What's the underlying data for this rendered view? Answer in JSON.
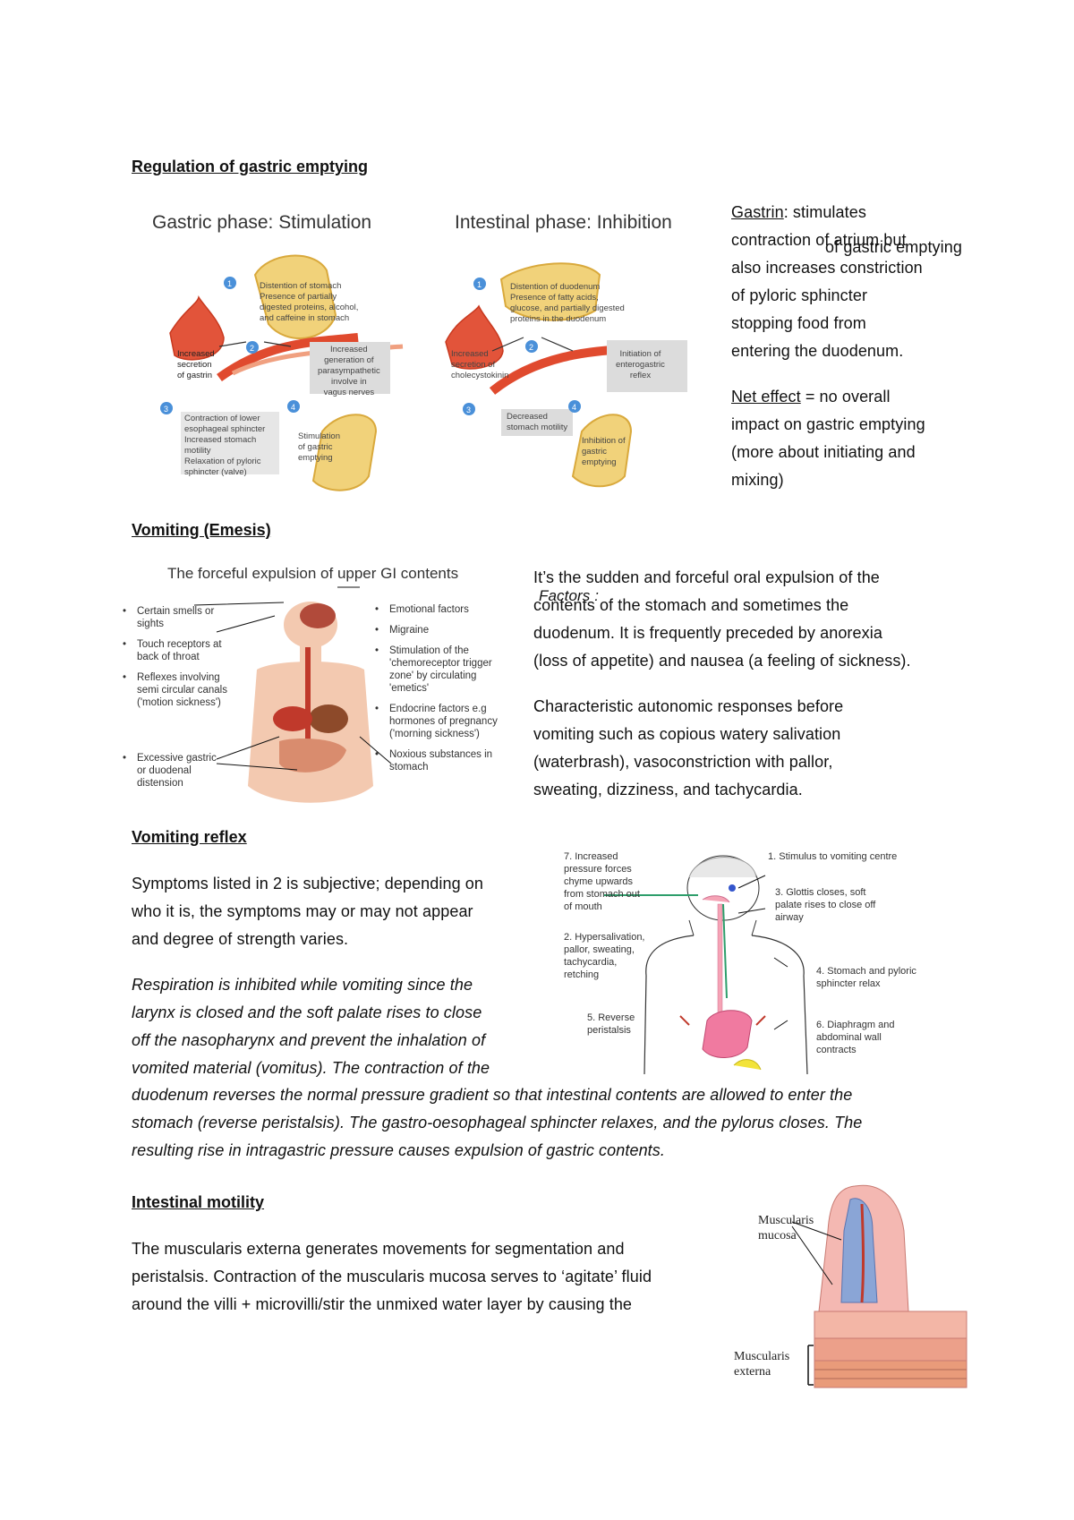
{
  "section1": {
    "heading": "Regulation of gastric emptying",
    "gastric_title": "Gastric phase: Stimulation",
    "intestinal_title": "Intestinal phase: Inhibition",
    "g_labels": {
      "distension": "Distention of stomach\nPresence of partially\ndigested proteins, alcohol,\nand caffeine in stomach",
      "parasym": "Increased\ngeneration of\nparasympathetic\ninvolve in\nvagus nerves",
      "gastrin": "Increased\nsecretion\nof gastrin",
      "contraction": "Contraction of lower\nesophageal sphincter\nIncreased stomach\nmotility\nRelaxation of pyloric\nsphincter (valve)",
      "stimulation": "Stimulation\nof gastric\nemptying",
      "n1": "1",
      "n2": "2",
      "n3": "3",
      "n4": "4"
    },
    "i_labels": {
      "distension": "Distention of duodenum\nPresence of fatty acids,\nglucose, and partially digested\nproteins in the duodenum",
      "cck": "Increased\nsecretion of\ncholecystokinin",
      "reflex": "Initiation of\nenterogastric\nreflex",
      "motility": "Decreased\nstomach motility",
      "inhibition": "Inhibition of\ngastric\nemptying",
      "n1": "1",
      "n2": "2",
      "n3": "3",
      "n4": "4"
    },
    "side": {
      "gastrin_word": "Gastrin",
      "l1": ": stimulates",
      "l2": "contraction of atrium but",
      "overlay": "of gastric emptying",
      "l3": "also increases constriction",
      "l4": "of pyloric sphincter",
      "l5": "stopping food from",
      "l6": "entering the duodenum.",
      "net_word": "Net effect",
      "n1": " = no overall",
      "n2": "impact on gastric emptying",
      "n3": "(more about initiating and",
      "n4": "mixing)"
    }
  },
  "section2": {
    "heading": "Vomiting (Emesis)",
    "fig_title": "The forceful expulsion of upper GI contents",
    "left_bullets": [
      "Certain smells or sights",
      "Touch receptors at back of throat",
      "Reflexes involving semi circular canals ('motion sickness')",
      "Excessive gastric or duodenal distension"
    ],
    "right_bullets": [
      "Emotional factors",
      "Migraine",
      "Stimulation of the 'chemoreceptor trigger zone' by circulating 'emetics'",
      "Endocrine factors e.g hormones of pregnancy ('morning sickness')",
      "Noxious substances in stomach"
    ],
    "factors_overlay": "Factors :",
    "p1": [
      "It’s the sudden and forceful oral expulsion of the",
      "contents of the stomach and sometimes the",
      "duodenum. It is frequently preceded by anorexia",
      "(loss of appetite) and nausea (a feeling of sickness)."
    ],
    "p2": [
      "Characteristic autonomic responses before",
      "vomiting such as copious watery salivation",
      "(waterbrash), vasoconstriction with pallor,",
      "sweating, dizziness, and tachycardia."
    ]
  },
  "section3": {
    "heading": "Vomiting reflex",
    "p1": [
      "Symptoms listed in 2 is subjective; depending on",
      "who it is, the symptoms may or may not appear",
      "and degree of strength varies."
    ],
    "p2_left": [
      "Respiration is inhibited while vomiting since the",
      "larynx is closed and the soft palate rises to close",
      "off the nasopharynx and prevent the inhalation of",
      "vomited material (vomitus). The contraction of the"
    ],
    "p2_full": [
      "duodenum reverses the normal pressure gradient so that intestinal contents are allowed to enter the",
      "stomach (reverse peristalsis). The gastro-oesophageal sphincter relaxes, and the pylorus closes. The",
      "resulting rise in intragastric pressure causes expulsion of gastric contents."
    ],
    "fig": {
      "l7": "7. Increased\npressure forces\nchyme upwards\nfrom stomach out\nof mouth",
      "l1": "1. Stimulus to vomiting centre",
      "l3": "3. Glottis closes, soft\npalate rises to close off\nairway",
      "l2": "2. Hypersalivation,\npallor, sweating,\ntachycardia,\nretching",
      "l4": "4. Stomach and pyloric\nsphincter relax",
      "l5": "5. Reverse\nperistalsis",
      "l6": "6. Diaphragm and\nabdominal wall\ncontracts"
    }
  },
  "section4": {
    "heading": "Intestinal motility",
    "p1": [
      "The muscularis externa generates movements for segmentation and",
      "peristalsis. Contraction of the muscularis mucosa serves to ‘agitate’ fluid",
      "around the villi + microvilli/stir the unmixed water layer by causing the"
    ],
    "fig": {
      "mucosa": "Muscularis\nmucosa",
      "externa": "Muscularis\nexterna"
    }
  }
}
